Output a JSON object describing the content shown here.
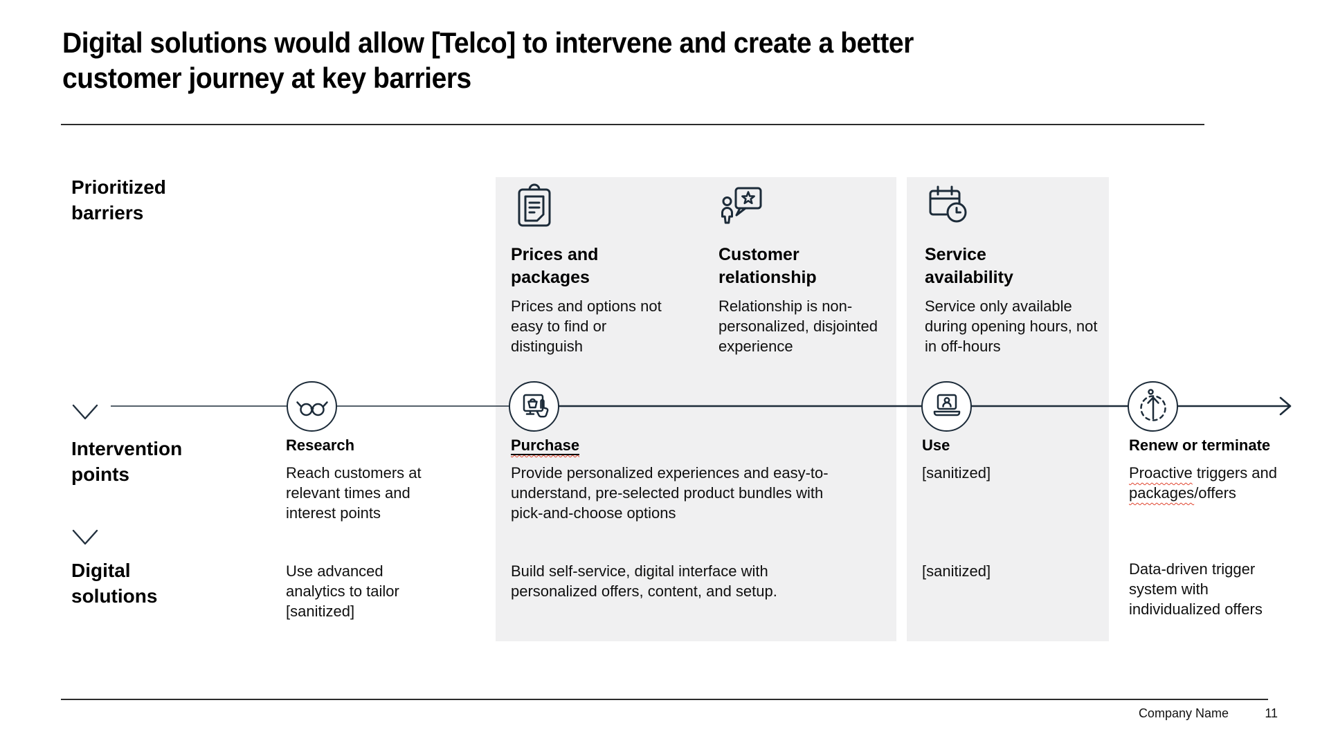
{
  "title_lines": [
    "Digital solutions would allow [Telco] to intervene and create a better",
    "customer journey at key barriers"
  ],
  "row_labels": {
    "barriers": "Prioritized barriers",
    "intervention": "Intervention points",
    "solutions": "Digital solutions"
  },
  "barriers": [
    {
      "icon": "clipboard-document-icon",
      "title": "Prices and packages",
      "desc": "Prices and options not easy to find or distinguish"
    },
    {
      "icon": "person-feedback-star-icon",
      "title": "Customer relationship",
      "desc": "Relationship is non-personalized, disjointed experience"
    },
    {
      "icon": "calendar-clock-icon",
      "title": "Service availability",
      "desc": "Service only available during opening hours, not in off-hours"
    }
  ],
  "stages": [
    {
      "icon": "glasses-icon",
      "label": "Research",
      "intervention": "Reach customers at relevant times and interest points",
      "solution": "Use advanced analytics to tailor [sanitized]"
    },
    {
      "icon": "online-purchase-icon",
      "label": "Purchase",
      "intervention": "Provide personalized experiences and easy-to-understand, pre-selected product bundles with pick-and-choose options",
      "solution": "Build self-service, digital interface with personalized offers, content, and setup."
    },
    {
      "icon": "laptop-user-icon",
      "label": "Use",
      "intervention": "[sanitized]",
      "solution": "[sanitized]"
    },
    {
      "icon": "growth-arrow-cycle-icon",
      "label": "Renew or terminate",
      "intervention_parts": [
        {
          "text": "Proactive",
          "misspelled": true
        },
        {
          "text": " triggers and ",
          "misspelled": false
        },
        {
          "text": "packages",
          "misspelled": true
        },
        {
          "text": "/offers",
          "misspelled": false
        }
      ],
      "intervention": "Proactive triggers and packages/offers",
      "solution": "Data-driven trigger system with individualized offers"
    }
  ],
  "footer": {
    "company_name": "Company Name",
    "page_number": "11"
  },
  "colors": {
    "ink": "#1c2b39",
    "panel_gray": "#f0f0f1",
    "squiggle_red": "#e0432d",
    "rule_gray": "#2b2b2b"
  }
}
